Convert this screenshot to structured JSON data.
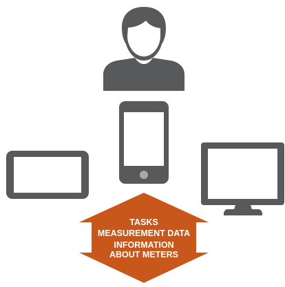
{
  "colors": {
    "icon_gray": "#58595b",
    "screen_white": "#ffffff",
    "arrow_orange": "#c8571b",
    "text_white": "#ffffff"
  },
  "icons": {
    "user": "user-icon",
    "phone": "smartphone-icon",
    "tablet": "tablet-icon",
    "monitor": "monitor-icon",
    "arrow": "double-headed-arrow"
  },
  "arrow_labels": {
    "line1": "TASKS",
    "line2": "MEASUREMENT DATA",
    "line3": "INFORMATION",
    "line4": "ABOUT METERS"
  }
}
